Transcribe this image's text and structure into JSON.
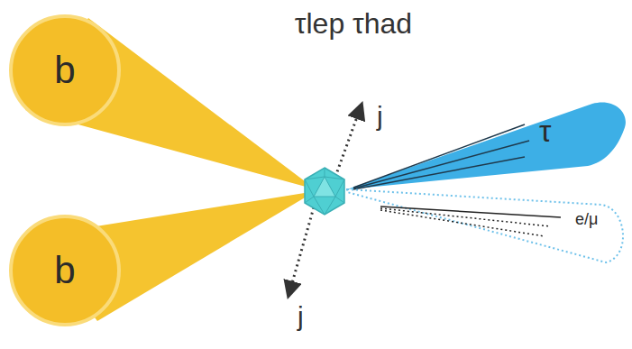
{
  "diagram": {
    "title": "τlep τhad",
    "nodes": [
      {
        "text": [
          "b"
        ]
      },
      {
        "text": [
          "τ"
        ]
      },
      {
        "text": [
          "e/μ"
        ]
      },
      {
        "text": [
          "b"
        ]
      }
    ],
    "labels": [
      "j",
      "j"
    ]
  }
}
